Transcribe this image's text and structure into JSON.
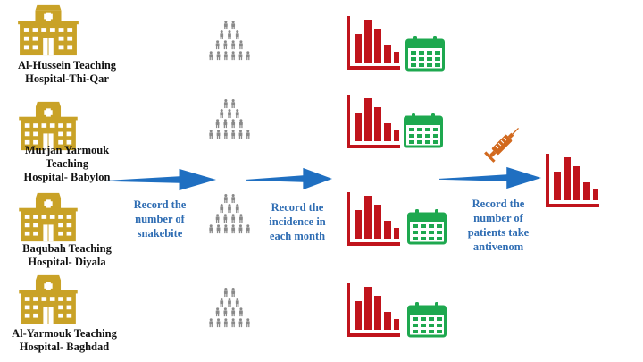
{
  "colors": {
    "hospital": "#c9a227",
    "people": "#8a8a8a",
    "chart": "#c0141c",
    "calendar": "#1ea84f",
    "arrow": "#1f6fc1",
    "step_text": "#2f6db3",
    "syringe": "#d2691e"
  },
  "hospitals": [
    {
      "line1": "Al-Hussein Teaching",
      "line2": "Hospital-Thi-Qar",
      "line3": ""
    },
    {
      "line1": "Murjan Yarmouk",
      "line2": "Teaching",
      "line3": "Hospital- Babylon"
    },
    {
      "line1": "Baqubah Teaching",
      "line2": "Hospital- Diyala",
      "line3": ""
    },
    {
      "line1": "Al-Yarmouk Teaching",
      "line2": "Hospital- Baghdad",
      "line3": ""
    }
  ],
  "steps": [
    {
      "line1": "Record the",
      "line2": "number of",
      "line3": "snakebite"
    },
    {
      "line1": "Record the",
      "line2": "incidence in",
      "line3": "each month"
    },
    {
      "line1": "Record the",
      "line2": "number of",
      "line3": "patients take",
      "line4": "antivenom"
    }
  ],
  "icons": {
    "hospital": "hospital-icon",
    "people": "people-group-icon",
    "chart": "bar-chart-icon",
    "calendar": "calendar-icon",
    "syringe": "syringe-icon",
    "arrow": "arrow-right-icon"
  }
}
